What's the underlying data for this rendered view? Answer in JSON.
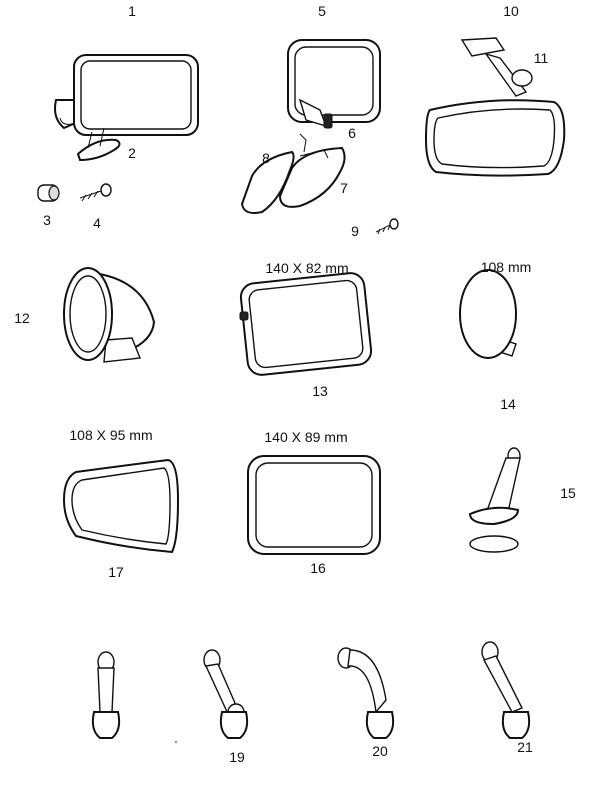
{
  "part_numbers": [
    "1",
    "2",
    "3",
    "4",
    "5",
    "6",
    "7",
    "8",
    "9",
    "10",
    "11",
    "12",
    "13",
    "14",
    "15",
    "16",
    "17",
    "19",
    "20",
    "21"
  ],
  "dimensions": {
    "part_13": "140 X 82 mm",
    "part_14": "108 mm",
    "part_17": "108 X 95 mm",
    "part_16": "140 X 89 mm"
  }
}
